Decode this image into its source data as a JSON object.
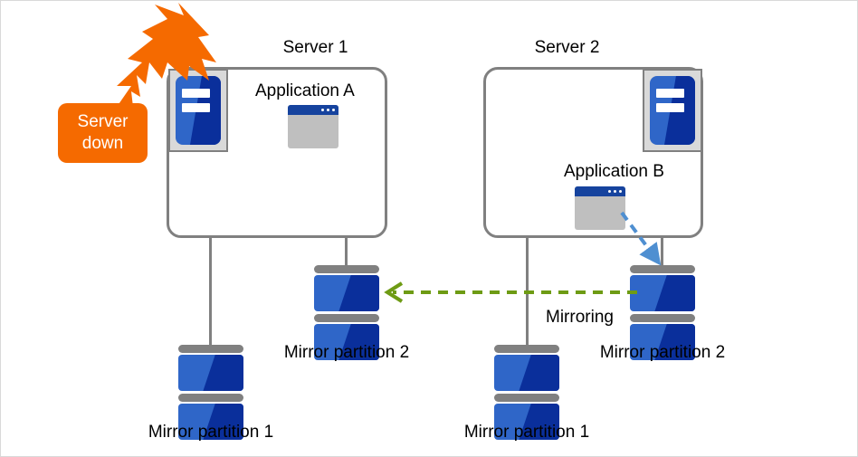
{
  "diagram": {
    "title_hidden": "",
    "colors": {
      "server_blue": "#2f66c8",
      "server_blue_dark": "#0a2f9b",
      "frame_gray": "#808080",
      "frame_light_gray": "#d9d9d9",
      "window_gray": "#bfbfbf",
      "window_titlebar": "#16439e",
      "alert_orange": "#f56a00",
      "mirroring_green": "#6e9b14",
      "write_arrow_blue": "#4f8fd1",
      "canvas_border": "#d9d9d9"
    },
    "alert": {
      "badge_line1": "Server",
      "badge_line2": "down",
      "burst_icon": "lightning-burst-icon"
    },
    "servers": [
      {
        "id": "server-1",
        "title": "Server 1",
        "server_icon_name": "server-rack-icon",
        "application": {
          "label": "Application  A",
          "icon_name": "application-window-icon"
        },
        "partitions": [
          {
            "id": "s1-mirror-partition-1",
            "label": "Mirror partition 1",
            "icon_name": "disk-partition-icon"
          },
          {
            "id": "s1-mirror-partition-2",
            "label": "Mirror partition 2",
            "icon_name": "disk-partition-icon"
          }
        ]
      },
      {
        "id": "server-2",
        "title": "Server 2",
        "server_icon_name": "server-rack-icon",
        "application": {
          "label": "Application  B",
          "icon_name": "application-window-icon"
        },
        "partitions": [
          {
            "id": "s2-mirror-partition-1",
            "label": "Mirror partition 1",
            "icon_name": "disk-partition-icon"
          },
          {
            "id": "s2-mirror-partition-2",
            "label": "Mirror partition 2",
            "icon_name": "disk-partition-icon"
          }
        ]
      }
    ],
    "flows": [
      {
        "id": "mirroring-flow",
        "label": "Mirroring",
        "style": "dashed",
        "color": "#6e9b14",
        "direction": "right-to-left",
        "from": "s2-mirror-partition-2",
        "to": "s1-mirror-partition-2"
      },
      {
        "id": "application-write-flow",
        "label": "",
        "style": "dashed",
        "color": "#4f8fd1",
        "direction": "down-right",
        "from": "server-2-application",
        "to": "s2-mirror-partition-2"
      }
    ]
  }
}
